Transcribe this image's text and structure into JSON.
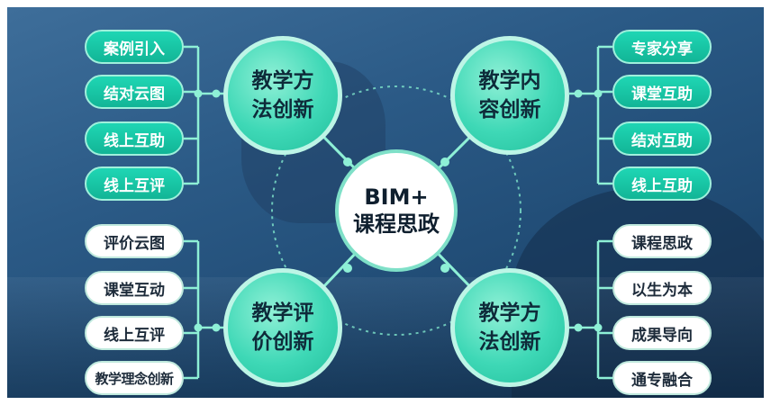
{
  "center": {
    "line1": "BIM+",
    "line2": "课程思政"
  },
  "hubs": {
    "top_left": "教学方法创新",
    "top_right": "教学内容创新",
    "bottom_left": "教学评价创新",
    "bottom_right": "教学方法创新"
  },
  "left_top_items": [
    "案例引入",
    "结对云图",
    "线上互助",
    "线上互评"
  ],
  "left_bottom_items": [
    "评价云图",
    "课堂互动",
    "线上互评",
    "教学理念创新"
  ],
  "right_top_items": [
    "专家分享",
    "课堂互助",
    "结对互助",
    "线上互助"
  ],
  "right_bottom_items": [
    "课程思政",
    "以生为本",
    "成果导向",
    "通专融合"
  ],
  "colors": {
    "accent": "#1fd6b4",
    "connector": "#8ef0d6",
    "background": "#2b5a86"
  }
}
